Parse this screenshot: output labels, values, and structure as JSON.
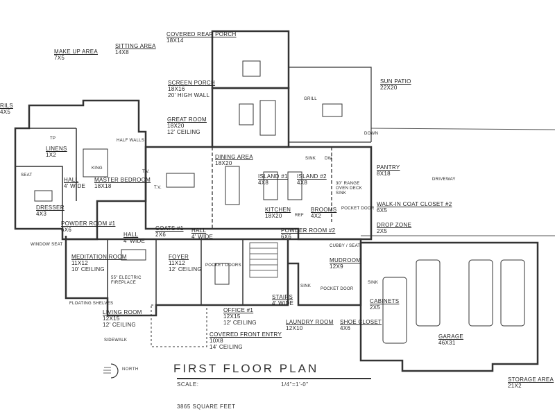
{
  "title": "FIRST FLOOR PLAN",
  "scale_label": "SCALE:",
  "scale_value": "1/4\"=1'-0\"",
  "square_feet": "3865 SQUARE FEET",
  "north_label": "NORTH",
  "rooms": [
    {
      "name": "COVERED REAR PORCH",
      "dims": "18X14"
    },
    {
      "name": "SITTING AREA",
      "dims": "14X8"
    },
    {
      "name": "MAKE UP AREA",
      "dims": "7X5"
    },
    {
      "name": "RILS",
      "dims": "4X5"
    },
    {
      "name": "SCREEN PORCH",
      "dims": "18X16",
      "note": "20' HIGH WALL"
    },
    {
      "name": "GREAT ROOM",
      "dims": "18X20",
      "note": "12' CEILING"
    },
    {
      "name": "SUN PATIO",
      "dims": "22X20"
    },
    {
      "name": "MASTER BEDROOM",
      "dims": "18X18"
    },
    {
      "name": "DRESSER",
      "dims": "4X3"
    },
    {
      "name": "LINENS",
      "dims": "1X2"
    },
    {
      "name": "DINING AREA",
      "dims": "18X20"
    },
    {
      "name": "ISLAND #1",
      "dims": "4X8"
    },
    {
      "name": "ISLAND #2",
      "dims": "4X8"
    },
    {
      "name": "PANTRY",
      "dims": "8X18"
    },
    {
      "name": "WALK-IN COAT CLOSET #2",
      "dims": "6X5"
    },
    {
      "name": "DROP ZONE",
      "dims": "2X5"
    },
    {
      "name": "KITCHEN",
      "dims": "18X20"
    },
    {
      "name": "BROOMS",
      "dims": "4X2"
    },
    {
      "name": "POWDER ROOM #2",
      "dims": "6X6"
    },
    {
      "name": "MUDROOM",
      "dims": "12X9"
    },
    {
      "name": "LAUNDRY ROOM",
      "dims": "12X10"
    },
    {
      "name": "SHOE CLOSET",
      "dims": "4X6"
    },
    {
      "name": "CABINETS",
      "dims": "2X5"
    },
    {
      "name": "GARAGE",
      "dims": "46X31"
    },
    {
      "name": "STORAGE AREA",
      "dims": "21X2"
    },
    {
      "name": "POWDER ROOM #1",
      "dims": "6X6"
    },
    {
      "name": "COATS #1",
      "dims": "2X6"
    },
    {
      "name": "MEDITATION ROOM",
      "dims": "11X12",
      "note": "10' CEILING"
    },
    {
      "name": "FOYER",
      "dims": "11X12",
      "note": "12' CEILING"
    },
    {
      "name": "LIVING ROOM",
      "dims": "12X15",
      "note": "12' CEILING"
    },
    {
      "name": "OFFICE #1",
      "dims": "12X15",
      "note": "12' CEILING"
    },
    {
      "name": "STAIRS",
      "dims": "4' WIDE"
    },
    {
      "name": "COVERED FRONT ENTRY",
      "dims": "10X8",
      "note": "14' CEILING"
    },
    {
      "name": "HALL",
      "dims": "4' WIDE"
    },
    {
      "name": "HALL",
      "dims": "4' WIDE"
    },
    {
      "name": "HALL",
      "dims": "4' WIDE"
    }
  ],
  "notes": {
    "grill": "GRILL",
    "half_walls": "HALF WALLS",
    "tp": "TP",
    "tv1": "T.V.",
    "tv2": "T.V.",
    "king": "KING",
    "sink_kitchen": "SINK",
    "dw": "DW",
    "range": "30\" RANGE OVEN DECK SINK",
    "ref": "REF",
    "pocket_door": "POCKET DOOR",
    "cubby_seat": "CUBBY / SEAT",
    "sink_laundry": "SINK",
    "pocket_door2": "POCKET DOOR",
    "sink_garage": "SINK",
    "window_seat": "WINDOW SEAT",
    "fireplace": "55\" ELECTRIC FIREPLACE",
    "pocket_doors": "POCKET DOORS",
    "floating_shelves": "FLOATING SHELVES",
    "sidewalk": "SIDEWALK",
    "driveway": "DRIVEWAY",
    "down": "DOWN",
    "seat": "SEAT"
  }
}
